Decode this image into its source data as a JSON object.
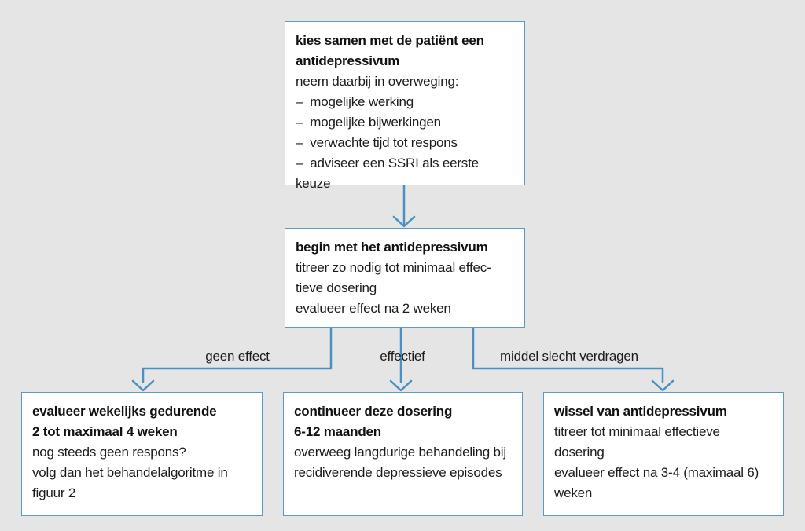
{
  "colors": {
    "background": "#e5e5e5",
    "box_fill": "#ffffff",
    "box_border": "#5b99c7",
    "connector_line": "#4a90c2",
    "text": "#1c1c1c"
  },
  "boxes": {
    "top": {
      "title": [
        "kies samen met de patiënt een",
        "antidepressivum"
      ],
      "body": [
        "neem daarbij in overweging:",
        "–  mogelijke werking",
        "–  mogelijke bijwerkingen",
        "–  verwachte tijd tot respons",
        "–  adviseer een SSRI als eerste keuze"
      ]
    },
    "middle": {
      "title": [
        "begin met het antidepressivum"
      ],
      "body": [
        "titreer zo nodig tot minimaal effec-",
        "tieve dosering",
        "evalueer effect na 2 weken"
      ]
    },
    "bottom_left": {
      "title": [
        "evalueer wekelijks gedurende",
        "2 tot maximaal 4 weken"
      ],
      "body": [
        "nog steeds geen respons?",
        "volg dan het behandelalgoritme in",
        "figuur 2"
      ]
    },
    "bottom_center": {
      "title": [
        "continueer deze dosering",
        "6-12 maanden"
      ],
      "body": [
        "overweeg langdurige behandeling bij",
        "recidiverende depressieve episodes"
      ]
    },
    "bottom_right": {
      "title": [
        "wissel van antidepressivum"
      ],
      "body": [
        "titreer tot minimaal effectieve",
        "dosering",
        "evalueer effect na 3-4 (maximaal 6)",
        "weken"
      ]
    }
  },
  "branch_labels": [
    "geen effect",
    "effectief",
    "middel slecht verdragen"
  ]
}
